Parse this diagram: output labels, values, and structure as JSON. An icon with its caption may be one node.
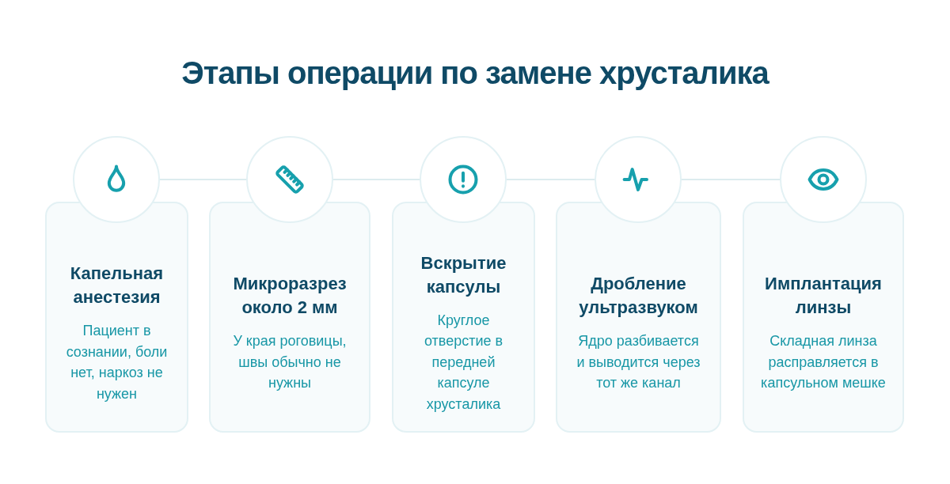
{
  "diagram": {
    "title": "Этапы операции по замене хрусталика",
    "nodes": [
      {
        "text": [],
        "shape": "circle"
      },
      {
        "text": [
          "Капельная анестезия",
          "Пациент в сознании, боли нет, наркоз не нужен"
        ]
      },
      {
        "text": [],
        "shape": "circle"
      },
      {
        "text": [
          "Микроразрез около 2 мм",
          "У края роговицы, швы обычно не нужны"
        ]
      },
      {
        "text": [],
        "shape": "circle"
      },
      {
        "text": [
          "Вскрытие капсулы",
          "Круглое отверстие в передней капсуле хрусталика"
        ]
      },
      {
        "text": [],
        "shape": "circle"
      },
      {
        "text": [
          "Дробление ультразвуком",
          "Ядро разбивается и выводится через тот же канал"
        ]
      },
      {
        "text": [],
        "shape": "circle"
      },
      {
        "text": [
          "Имплантация линзы",
          "Складная линза расправляется в капсульном мешке"
        ]
      }
    ],
    "edges": [
      {
        "from": 0,
        "to": 2,
        "arrow": "none"
      },
      {
        "from": 2,
        "to": 4,
        "arrow": "none"
      },
      {
        "from": 4,
        "to": 6,
        "arrow": "none"
      },
      {
        "from": 6,
        "to": 8,
        "arrow": "none"
      }
    ]
  }
}
